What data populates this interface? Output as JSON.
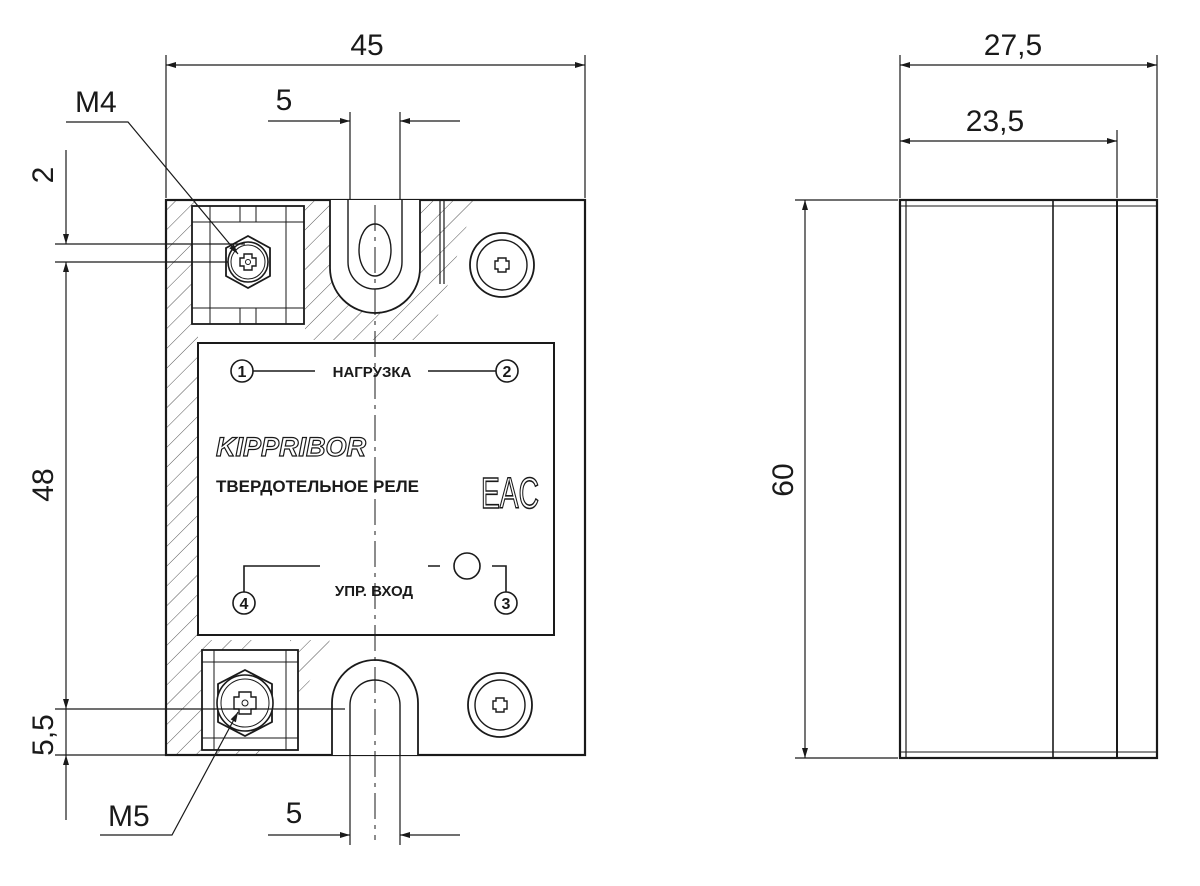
{
  "front_view": {
    "width_dim": "45",
    "slot_top_dim": "5",
    "slot_bottom_dim": "5",
    "top_offset_dim": "2",
    "pitch_dim": "48",
    "bottom_offset_dim": "5,5",
    "top_screw_label": "M4",
    "bottom_screw_label": "M5"
  },
  "label_plate": {
    "load_text": "НАГРУЗКА",
    "brand_text": "KIPPRIBOR",
    "product_text": "ТВЕРДОТЕЛЬНОЕ РЕЛЕ",
    "cert_mark": "EAC",
    "control_text": "УПР. ВХОД",
    "pins": [
      "1",
      "2",
      "3",
      "4"
    ]
  },
  "side_view": {
    "depth_dim": "27,5",
    "body_depth_dim": "23,5",
    "height_dim": "60"
  }
}
